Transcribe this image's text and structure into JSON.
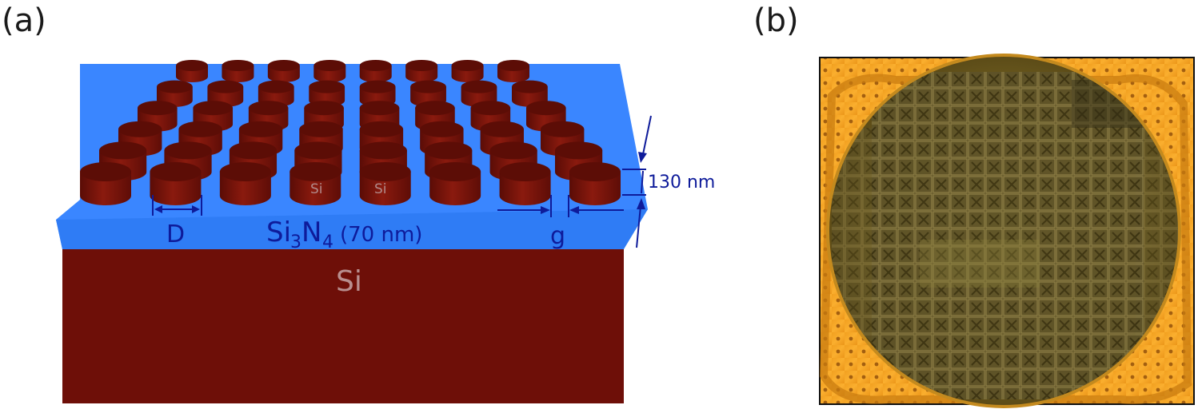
{
  "panels": {
    "a": {
      "label": "(a)",
      "substrate_label": "Si",
      "film_label_main": "Si",
      "film_label_sub1": "3",
      "film_label_n": "N",
      "film_label_sub2": "4",
      "film_thickness": "(70 nm)",
      "pillar_label_1": "Si",
      "pillar_label_2": "Si",
      "diameter_label": "D",
      "gap_label": "g",
      "height_label": "130 nm",
      "pillar_grid": {
        "rows": 6,
        "cols": 8
      },
      "colors": {
        "substrate": "#6e0f08",
        "film": "#3a86ff",
        "pillar": "#7a150b",
        "dimension": "#0e1b9a"
      }
    },
    "b": {
      "label": "(b)",
      "image_description_icon": "wafer-photo"
    }
  }
}
